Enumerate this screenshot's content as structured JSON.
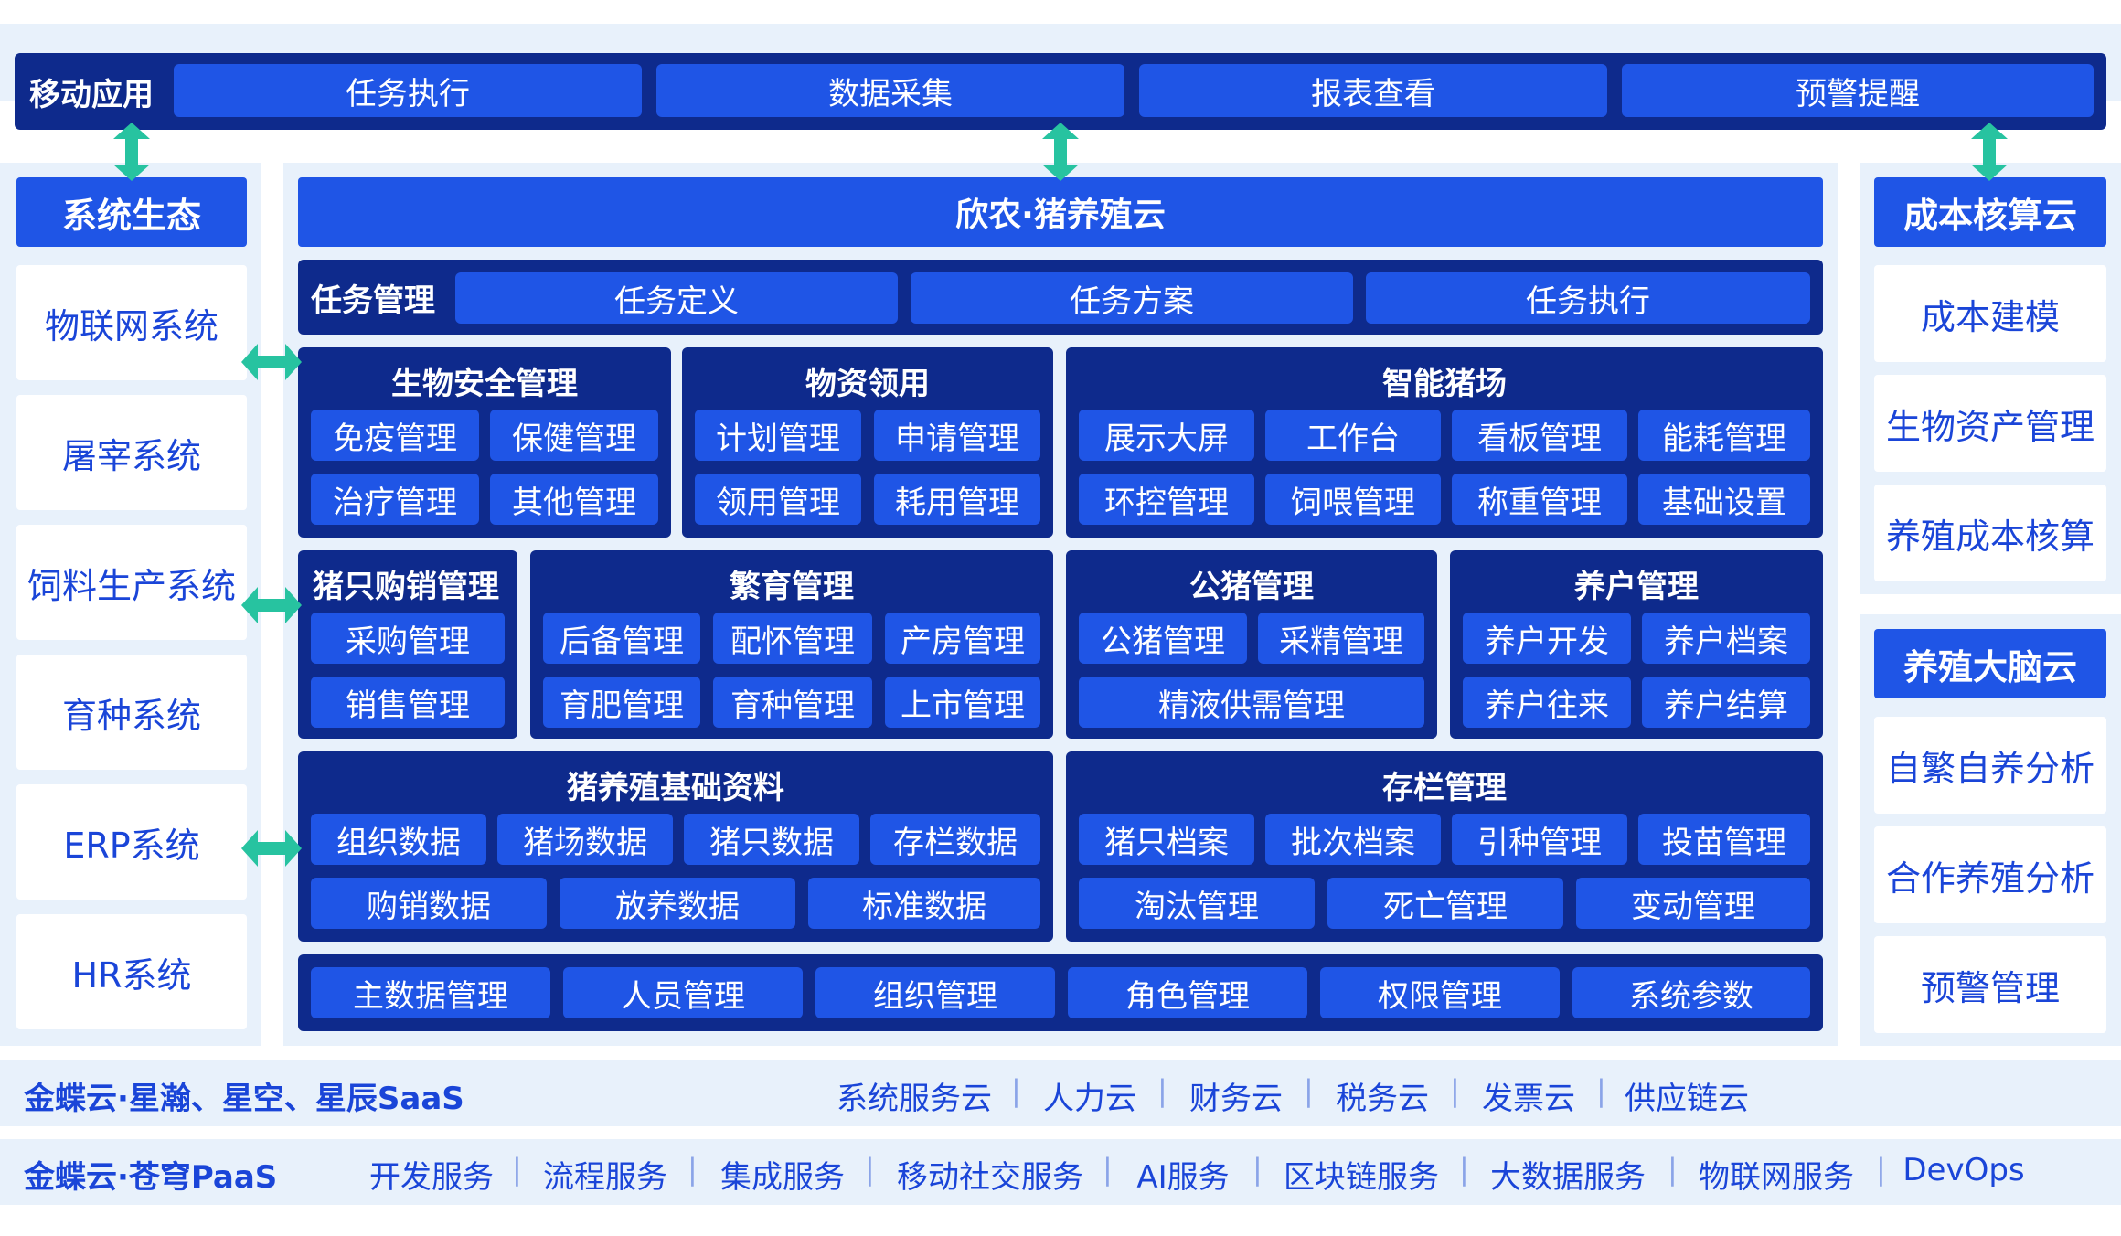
{
  "mobile": {
    "label": "移动应用",
    "items": [
      "任务执行",
      "数据采集",
      "报表查看",
      "预警提醒"
    ]
  },
  "ecosystem": {
    "title": "系统生态",
    "items": [
      "物联网系统",
      "屠宰系统",
      "饲料生产系统",
      "育种系统",
      "ERP系统",
      "HR系统"
    ]
  },
  "core": {
    "title": "欣农·猪养殖云",
    "task_mgmt": {
      "label": "任务管理",
      "items": [
        "任务定义",
        "任务方案",
        "任务执行"
      ]
    },
    "groups": {
      "biosafety": {
        "title": "生物安全管理",
        "items": [
          "免疫管理",
          "保健管理",
          "治疗管理",
          "其他管理"
        ]
      },
      "materials": {
        "title": "物资领用",
        "items": [
          "计划管理",
          "申请管理",
          "领用管理",
          "耗用管理"
        ]
      },
      "smart_farm": {
        "title": "智能猪场",
        "items": [
          "展示大屏",
          "工作台",
          "看板管理",
          "能耗管理",
          "环控管理",
          "饲喂管理",
          "称重管理",
          "基础设置"
        ]
      },
      "trade": {
        "title": "猪只购销管理",
        "items": [
          "采购管理",
          "销售管理"
        ]
      },
      "breeding": {
        "title": "繁育管理",
        "items": [
          "后备管理",
          "配怀管理",
          "产房管理",
          "育肥管理",
          "育种管理",
          "上市管理"
        ]
      },
      "boar": {
        "title": "公猪管理",
        "items": [
          "公猪管理",
          "采精管理",
          "精液供需管理"
        ]
      },
      "farmer": {
        "title": "养户管理",
        "items": [
          "养户开发",
          "养户档案",
          "养户往来",
          "养户结算"
        ]
      },
      "basic_data": {
        "title": "猪养殖基础资料",
        "items": [
          "组织数据",
          "猪场数据",
          "猪只数据",
          "存栏数据",
          "购销数据",
          "放养数据",
          "标准数据"
        ]
      },
      "inventory": {
        "title": "存栏管理",
        "items": [
          "猪只档案",
          "批次档案",
          "引种管理",
          "投苗管理",
          "淘汰管理",
          "死亡管理",
          "变动管理"
        ]
      }
    },
    "bottom_items": [
      "主数据管理",
      "人员管理",
      "组织管理",
      "角色管理",
      "权限管理",
      "系统参数"
    ]
  },
  "cost_cloud": {
    "title": "成本核算云",
    "items": [
      "成本建模",
      "生物资产管理",
      "养殖成本核算"
    ]
  },
  "brain_cloud": {
    "title": "养殖大脑云",
    "items": [
      "自繁自养分析",
      "合作养殖分析",
      "预警管理"
    ]
  },
  "saas": {
    "label": "金蝶云·星瀚、星空、星辰SaaS",
    "items": [
      "系统服务云",
      "人力云",
      "财务云",
      "税务云",
      "发票云",
      "供应链云"
    ]
  },
  "paas": {
    "label": "金蝶云·苍穹PaaS",
    "items": [
      "开发服务",
      "流程服务",
      "集成服务",
      "移动社交服务",
      "AI服务",
      "区块链服务",
      "大数据服务",
      "物联网服务",
      "DevOps"
    ]
  },
  "colors": {
    "navy": "#0e2a8c",
    "blue": "#1f55e6",
    "panel": "#e8f1fb",
    "text_blue": "#1a45d8",
    "arrow": "#27c3a0"
  }
}
